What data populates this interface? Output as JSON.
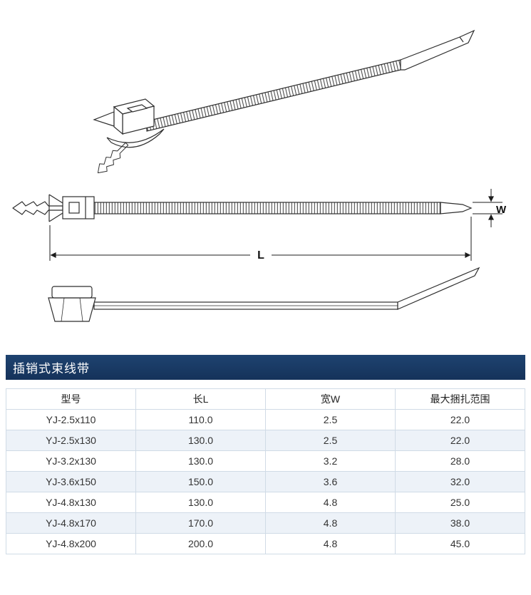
{
  "page": {
    "background": "#ffffff"
  },
  "banner": {
    "title": "插销式束线带",
    "bg": "#17375e",
    "text_color": "#ffffff"
  },
  "diagram": {
    "width_label": "W",
    "length_label": "L"
  },
  "table": {
    "columns": [
      "型号",
      "长L",
      "宽W",
      "最大捆扎范围"
    ],
    "rows": [
      [
        "YJ-2.5x110",
        "110.0",
        "2.5",
        "22.0"
      ],
      [
        "YJ-2.5x130",
        "130.0",
        "2.5",
        "22.0"
      ],
      [
        "YJ-3.2x130",
        "130.0",
        "3.2",
        "28.0"
      ],
      [
        "YJ-3.6x150",
        "150.0",
        "3.6",
        "32.0"
      ],
      [
        "YJ-4.8x130",
        "130.0",
        "4.8",
        "25.0"
      ],
      [
        "YJ-4.8x170",
        "170.0",
        "4.8",
        "38.0"
      ],
      [
        "YJ-4.8x200",
        "200.0",
        "4.8",
        "45.0"
      ]
    ],
    "stripe_color": "#edf2f8",
    "border_color": "#d0dbe6"
  }
}
